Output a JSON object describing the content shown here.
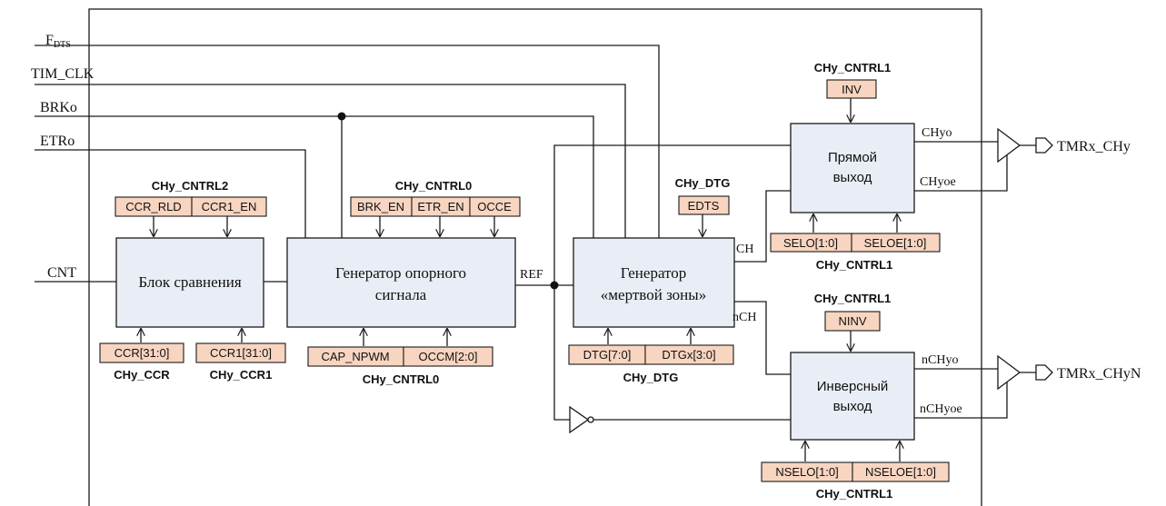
{
  "inputs": {
    "fdts_main": "F",
    "fdts_sub": "DTS",
    "tim_clk": "TIM_CLK",
    "brk": "BRKo",
    "etr": "ETRo",
    "cnt": "CNT"
  },
  "blocks": {
    "compare": "Блок сравнения",
    "refgen_line1": "Генератор опорного",
    "refgen_line2": "сигнала",
    "deadzone_line1": "Генератор",
    "deadzone_line2": "«мертвой зоны»",
    "direct_line1": "Прямой",
    "direct_line2": "выход",
    "inverse_line1": "Инверсный",
    "inverse_line2": "выход"
  },
  "signals": {
    "ref": "REF",
    "ch": "CH",
    "nch": "nCH",
    "chyo": "CHyo",
    "chyoe": "CHyoe",
    "nchyo": "nCHyo",
    "nchyoe": "nCHyoe"
  },
  "outputs": {
    "tmr_chy": "TMRx_CHy",
    "tmr_chyn": "TMRx_CHyN"
  },
  "registers": {
    "cntrl2_label": "CHy_CNTRL2",
    "cntrl2_fields": [
      "CCR_RLD",
      "CCR1_EN"
    ],
    "cntrl0_top_label": "CHy_CNTRL0",
    "cntrl0_top_fields": [
      "BRK_EN",
      "ETR_EN",
      "OCCE"
    ],
    "dtg_top_label": "CHy_DTG",
    "dtg_top_field": "EDTS",
    "inv_label": "CHy_CNTRL1",
    "inv_field": "INV",
    "sel_fields": [
      "SELO[1:0]",
      "SELOE[1:0]"
    ],
    "sel_label": "CHy_CNTRL1",
    "ninv_label": "CHy_CNTRL1",
    "ninv_field": "NINV",
    "ccr_field": "CCR[31:0]",
    "ccr_label": "CHy_CCR",
    "ccr1_field": "CCR1[31:0]",
    "ccr1_label": "CHy_CCR1",
    "cntrl0_bottom_fields": [
      "CAP_NPWM",
      "OCCM[2:0]"
    ],
    "cntrl0_bottom_label": "CHy_CNTRL0",
    "dtg_bottom_fields": [
      "DTG[7:0]",
      "DTGx[3:0]"
    ],
    "dtg_bottom_label": "CHy_DTG",
    "nsel_fields": [
      "NSELO[1:0]",
      "NSELOE[1:0]"
    ],
    "nsel_label": "CHy_CNTRL1"
  }
}
